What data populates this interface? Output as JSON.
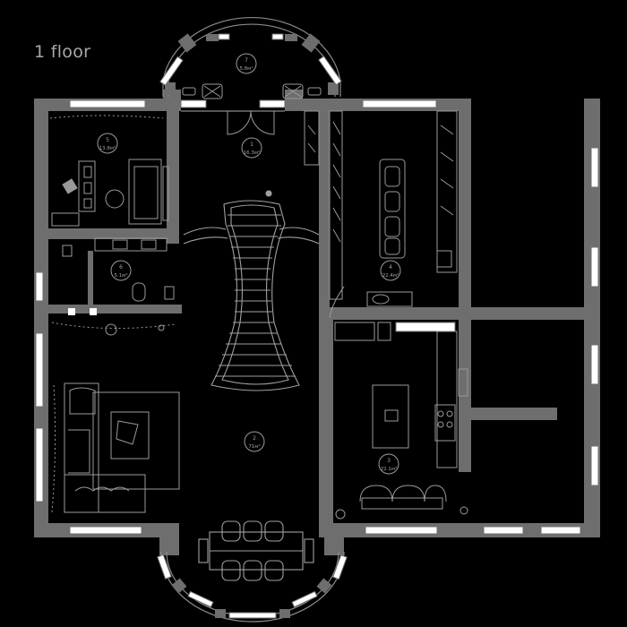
{
  "title": "1 floor",
  "colors": {
    "background": "#000000",
    "wall": "#6e6e6e",
    "line": "#8a8a8a",
    "window": "#ffffff"
  },
  "rooms": [
    {
      "id": "r7",
      "num": "7",
      "area": "5.8м²"
    },
    {
      "id": "r5",
      "num": "5",
      "area": "13.8м²"
    },
    {
      "id": "r1",
      "num": "1",
      "area": "16.3м²"
    },
    {
      "id": "r6",
      "num": "6",
      "area": "5.1м²"
    },
    {
      "id": "r4",
      "num": "4",
      "area": "22.4м²"
    },
    {
      "id": "r2",
      "num": "2",
      "area": "71м²"
    },
    {
      "id": "r3",
      "num": "3",
      "area": "22.1м²"
    }
  ]
}
